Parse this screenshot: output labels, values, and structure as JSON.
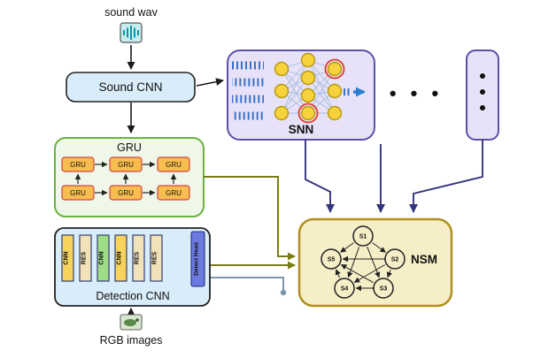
{
  "diagram": {
    "sound_wav": {
      "label": "sound wav"
    },
    "sound_cnn": {
      "label": "Sound CNN"
    },
    "snn": {
      "label": "SNN"
    },
    "ellipsis": "• • •",
    "gru": {
      "label": "GRU",
      "cells": [
        "GRU",
        "GRU",
        "GRU",
        "GRU",
        "GRU",
        "GRU"
      ]
    },
    "detection_cnn": {
      "label": "Detection CNN",
      "layers": [
        "CNN",
        "RES",
        "CNN",
        "CNN",
        "RES",
        "RES"
      ],
      "head": "Detect Head"
    },
    "rgb_images": {
      "label": "RGB images"
    },
    "nsm": {
      "label": "NSM",
      "nodes": [
        "S1",
        "S2",
        "S3",
        "S4",
        "S5"
      ]
    },
    "colors": {
      "sound_cnn_fill": "#d8edf9",
      "snn_fill": "#e7e2f7",
      "snn_border": "#5a51a8",
      "gru_fill": "#eff8e8",
      "gru_border": "#6cb33f",
      "gru_cell_fill": "#f8bd4f",
      "gru_cell_border": "#d04545",
      "detection_fill": "#d8edf9",
      "layer_yellow": "#f6d35a",
      "layer_cream": "#f2e2b8",
      "layer_green": "#9fdd85",
      "detect_head_blue": "#6b79e0",
      "nsm_fill": "#f6eec6",
      "nsm_border": "#b09020",
      "neuron_yellow": "#f6d33c",
      "spike_blue": "#3b72c8",
      "arrow_navy": "#34347c",
      "arrow_olive": "#7c7c14",
      "arrow_black": "#1a1a1a"
    }
  }
}
